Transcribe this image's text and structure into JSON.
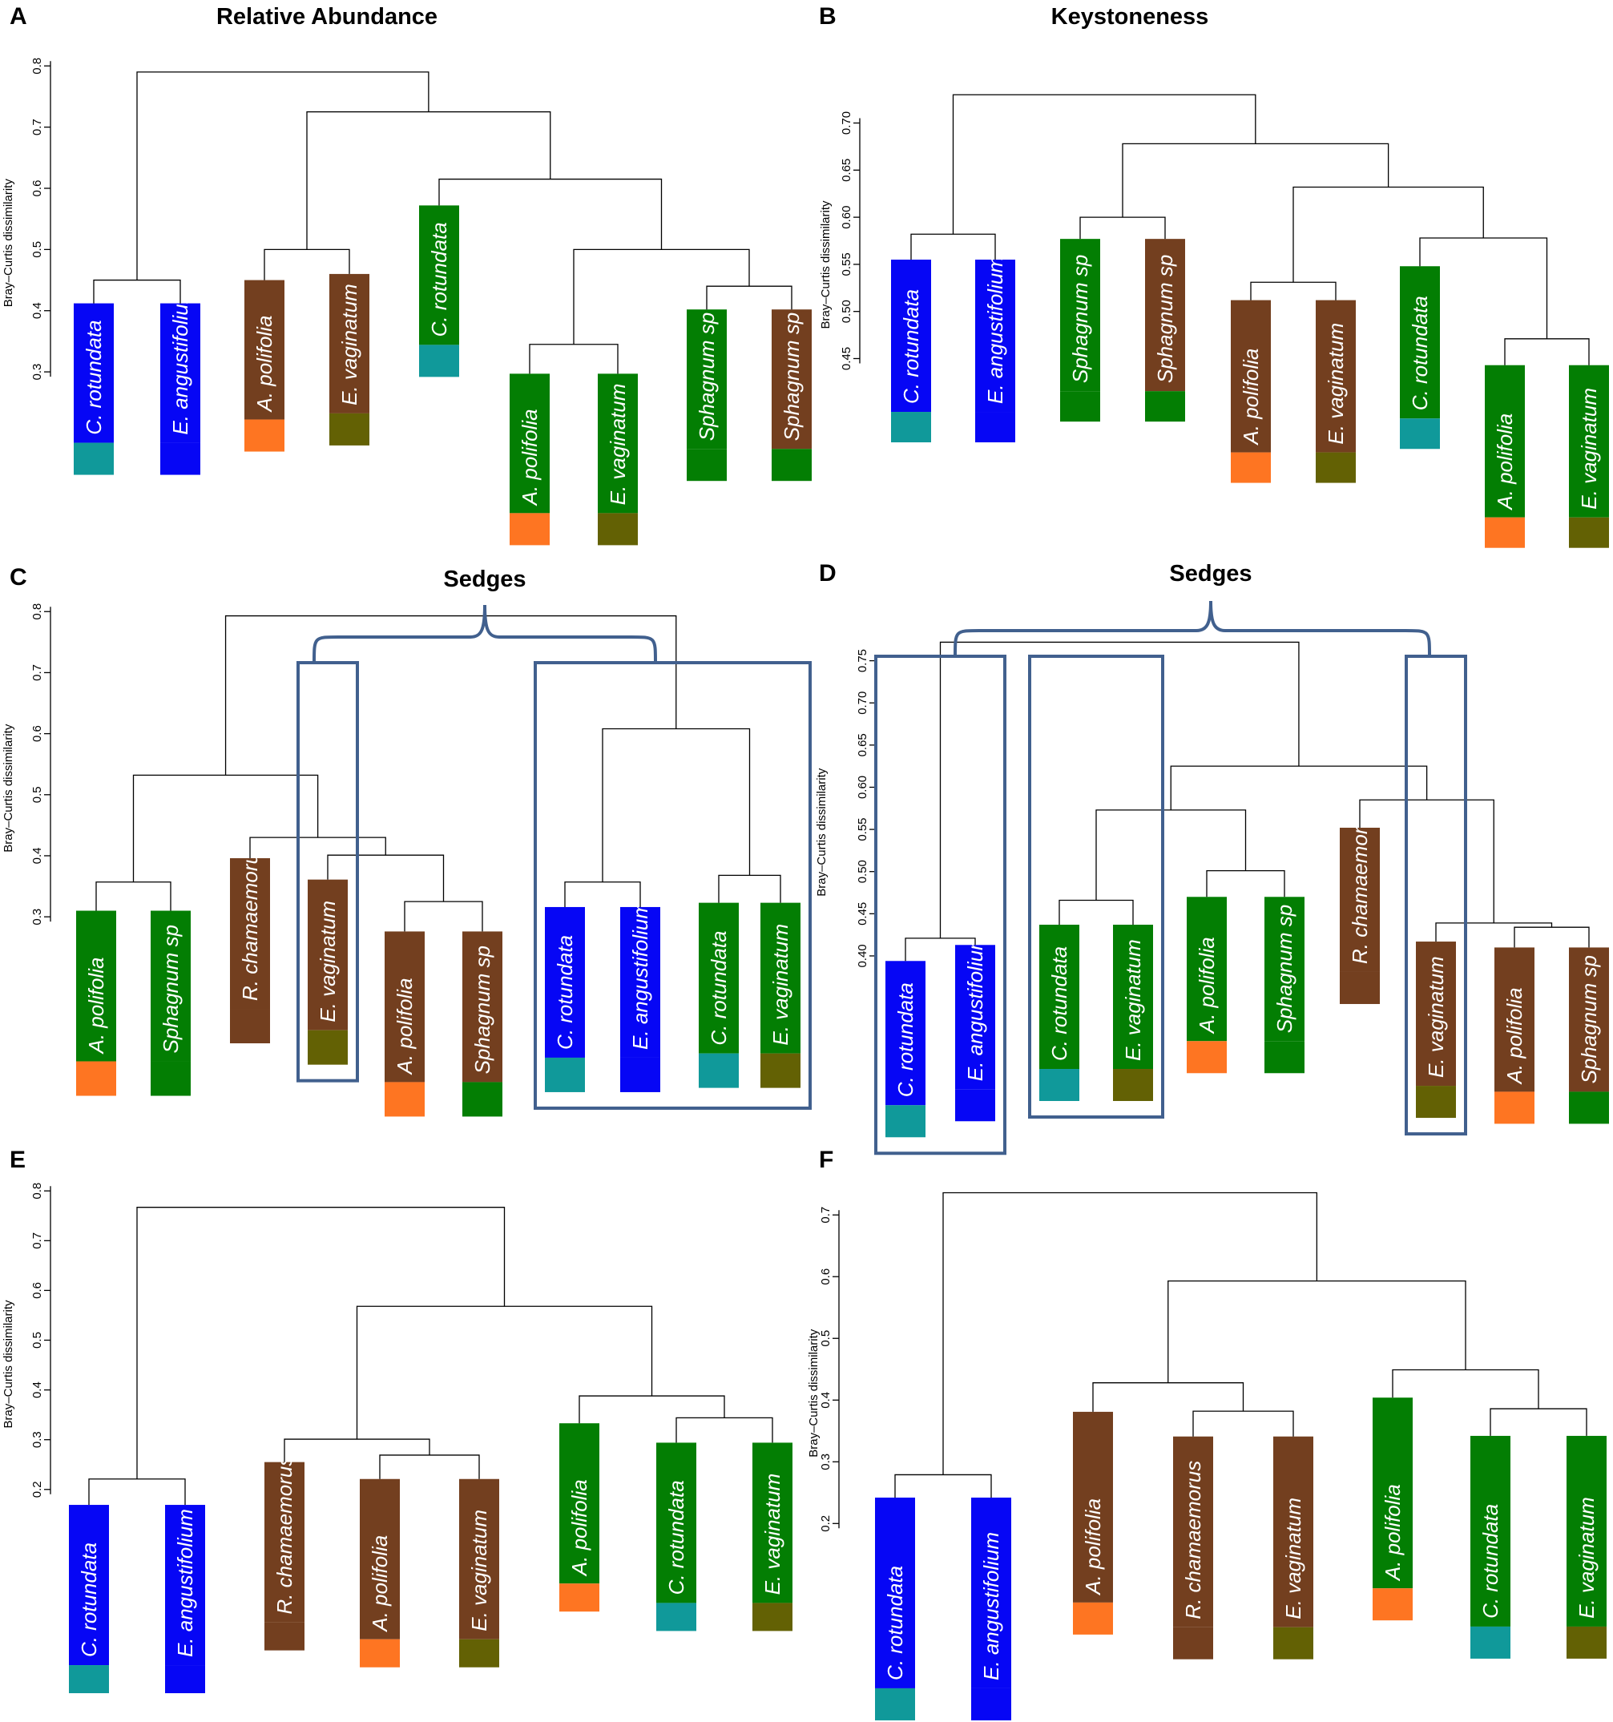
{
  "colors": {
    "green": "#037e03",
    "brown": "#733f1f",
    "blue": "#0606f5",
    "teal": "#10999a",
    "orange": "#fe7522",
    "olive": "#636104",
    "sedge_box": "#41608e"
  },
  "axis_label": "Bray–Curtis dissimilarity",
  "panels": [
    {
      "id": "A",
      "title": "Relative Abundance",
      "yticks": [
        "0.3",
        "0.4",
        "0.5",
        "0.6",
        "0.7",
        "0.8"
      ],
      "leaves": [
        {
          "label": "C. rotundata",
          "bar": "blue",
          "tag": "teal",
          "height": 0.412
        },
        {
          "label": "E. angustifolium",
          "bar": "blue",
          "tag": "blue",
          "height": 0.412
        },
        {
          "label": "A. polifolia",
          "bar": "brown",
          "tag": "orange",
          "height": 0.45
        },
        {
          "label": "E. vaginatum",
          "bar": "brown",
          "tag": "olive",
          "height": 0.46
        },
        {
          "label": "C. rotundata",
          "bar": "green",
          "tag": "teal",
          "height": 0.572
        },
        {
          "label": "A. polifolia",
          "bar": "green",
          "tag": "orange",
          "height": 0.297
        },
        {
          "label": "E. vaginatum",
          "bar": "green",
          "tag": "olive",
          "height": 0.297
        },
        {
          "label": "Sphagnum sp",
          "bar": "green",
          "tag": "green",
          "height": 0.402
        },
        {
          "label": "Sphagnum sp",
          "bar": "brown",
          "tag": "green",
          "height": 0.402
        }
      ],
      "merges": [
        {
          "a": 1,
          "b": 2,
          "h": 0.45
        },
        {
          "a": 3,
          "b": 4,
          "h": 0.5
        },
        {
          "a": 6,
          "b": 7,
          "h": 0.345
        },
        {
          "a": 8,
          "b": 9,
          "h": 0.44
        },
        {
          "a": -3,
          "b": -4,
          "h": 0.5
        },
        {
          "a": 5,
          "b": -5,
          "h": 0.615
        },
        {
          "a": -2,
          "b": -6,
          "h": 0.725
        },
        {
          "a": -1,
          "b": -7,
          "h": 0.79
        }
      ]
    },
    {
      "id": "B",
      "title": "Keystoneness",
      "yticks": [
        "0.45",
        "0.50",
        "0.55",
        "0.60",
        "0.65",
        "0.70"
      ],
      "leaves": [
        {
          "label": "C. rotundata",
          "bar": "blue",
          "tag": "teal",
          "height": 0.555
        },
        {
          "label": "E. angustifolium",
          "bar": "blue",
          "tag": "blue",
          "height": 0.555
        },
        {
          "label": "Sphagnum sp",
          "bar": "green",
          "tag": "green",
          "height": 0.577
        },
        {
          "label": "Sphagnum sp",
          "bar": "brown",
          "tag": "green",
          "height": 0.577
        },
        {
          "label": "A. polifolia",
          "bar": "brown",
          "tag": "orange",
          "height": 0.512
        },
        {
          "label": "E. vaginatum",
          "bar": "brown",
          "tag": "olive",
          "height": 0.512
        },
        {
          "label": "C. rotundata",
          "bar": "green",
          "tag": "teal",
          "height": 0.548
        },
        {
          "label": "A. polifolia",
          "bar": "green",
          "tag": "orange",
          "height": 0.443
        },
        {
          "label": "E. vaginatum",
          "bar": "green",
          "tag": "olive",
          "height": 0.443
        }
      ],
      "merges": [
        {
          "a": 1,
          "b": 2,
          "h": 0.582
        },
        {
          "a": 3,
          "b": 4,
          "h": 0.6
        },
        {
          "a": 5,
          "b": 6,
          "h": 0.531
        },
        {
          "a": 8,
          "b": 9,
          "h": 0.471
        },
        {
          "a": 7,
          "b": -4,
          "h": 0.578
        },
        {
          "a": -3,
          "b": -5,
          "h": 0.632
        },
        {
          "a": -2,
          "b": -6,
          "h": 0.678
        },
        {
          "a": -1,
          "b": -7,
          "h": 0.73
        }
      ]
    },
    {
      "id": "C",
      "title": "Sedges",
      "yticks": [
        "0.3",
        "0.4",
        "0.5",
        "0.6",
        "0.7",
        "0.8"
      ],
      "leaves": [
        {
          "label": "A. polifolia",
          "bar": "green",
          "tag": "orange",
          "height": 0.31
        },
        {
          "label": "Sphagnum sp",
          "bar": "green",
          "tag": "green",
          "height": 0.31
        },
        {
          "label": "R. chamaemorus",
          "bar": "brown",
          "tag": "brown",
          "height": 0.396
        },
        {
          "label": "E. vaginatum",
          "bar": "brown",
          "tag": "olive",
          "height": 0.361
        },
        {
          "label": "A. polifolia",
          "bar": "brown",
          "tag": "orange",
          "height": 0.276
        },
        {
          "label": "Sphagnum sp",
          "bar": "brown",
          "tag": "green",
          "height": 0.276
        },
        {
          "label": "C. rotundata",
          "bar": "blue",
          "tag": "teal",
          "height": 0.316
        },
        {
          "label": "E. angustifolium",
          "bar": "blue",
          "tag": "blue",
          "height": 0.316
        },
        {
          "label": "C. rotundata",
          "bar": "green",
          "tag": "teal",
          "height": 0.323
        },
        {
          "label": "E. vaginatum",
          "bar": "green",
          "tag": "olive",
          "height": 0.323
        }
      ],
      "merges": [
        {
          "a": 1,
          "b": 2,
          "h": 0.357
        },
        {
          "a": 5,
          "b": 6,
          "h": 0.325
        },
        {
          "a": 4,
          "b": -2,
          "h": 0.401
        },
        {
          "a": 3,
          "b": -3,
          "h": 0.43
        },
        {
          "a": -1,
          "b": -4,
          "h": 0.532
        },
        {
          "a": 7,
          "b": 8,
          "h": 0.357
        },
        {
          "a": 9,
          "b": 10,
          "h": 0.368
        },
        {
          "a": -6,
          "b": -7,
          "h": 0.608
        },
        {
          "a": -5,
          "b": -8,
          "h": 0.793
        }
      ],
      "boxes": [
        [
          4,
          4
        ],
        [
          7,
          10
        ]
      ],
      "brace_label": "Sedges"
    },
    {
      "id": "D",
      "title": "Sedges",
      "yticks": [
        "0.40",
        "0.45",
        "0.50",
        "0.55",
        "0.60",
        "0.65",
        "0.70",
        "0.75"
      ],
      "leaves": [
        {
          "label": "C. rotundata",
          "bar": "blue",
          "tag": "teal",
          "height": 0.394
        },
        {
          "label": "E. angustifolium",
          "bar": "blue",
          "tag": "blue",
          "height": 0.413
        },
        {
          "label": "C. rotundata",
          "bar": "green",
          "tag": "teal",
          "height": 0.437
        },
        {
          "label": "E. vaginatum",
          "bar": "green",
          "tag": "olive",
          "height": 0.437
        },
        {
          "label": "A. polifolia",
          "bar": "green",
          "tag": "orange",
          "height": 0.47
        },
        {
          "label": "Sphagnum sp",
          "bar": "green",
          "tag": "green",
          "height": 0.47
        },
        {
          "label": "R. chamaemorus",
          "bar": "brown",
          "tag": "brown",
          "height": 0.552
        },
        {
          "label": "E. vaginatum",
          "bar": "brown",
          "tag": "olive",
          "height": 0.417
        },
        {
          "label": "A. polifolia",
          "bar": "brown",
          "tag": "orange",
          "height": 0.41
        },
        {
          "label": "Sphagnum sp",
          "bar": "brown",
          "tag": "green",
          "height": 0.41
        }
      ],
      "merges": [
        {
          "a": 1,
          "b": 2,
          "h": 0.421
        },
        {
          "a": 3,
          "b": 4,
          "h": 0.466
        },
        {
          "a": 5,
          "b": 6,
          "h": 0.501
        },
        {
          "a": -2,
          "b": -3,
          "h": 0.573
        },
        {
          "a": 9,
          "b": 10,
          "h": 0.434
        },
        {
          "a": 8,
          "b": -5,
          "h": 0.439
        },
        {
          "a": 7,
          "b": -6,
          "h": 0.585
        },
        {
          "a": -4,
          "b": -7,
          "h": 0.625
        },
        {
          "a": -1,
          "b": -8,
          "h": 0.772
        }
      ],
      "boxes": [
        [
          1,
          2
        ],
        [
          3,
          4
        ],
        [
          8,
          8
        ]
      ],
      "brace_label": "Sedges"
    },
    {
      "id": "E",
      "title": "",
      "yticks": [
        "0.2",
        "0.3",
        "0.4",
        "0.5",
        "0.6",
        "0.7",
        "0.8"
      ],
      "leaves": [
        {
          "label": "C. rotundata",
          "bar": "blue",
          "tag": "teal",
          "height": 0.169
        },
        {
          "label": "E. angustifolium",
          "bar": "blue",
          "tag": "blue",
          "height": 0.169
        },
        {
          "label": "R. chamaemorus",
          "bar": "brown",
          "tag": "brown",
          "height": 0.255
        },
        {
          "label": "A. polifolia",
          "bar": "brown",
          "tag": "orange",
          "height": 0.221
        },
        {
          "label": "E. vaginatum",
          "bar": "brown",
          "tag": "olive",
          "height": 0.221
        },
        {
          "label": "A. polifolia",
          "bar": "green",
          "tag": "orange",
          "height": 0.333
        },
        {
          "label": "C. rotundata",
          "bar": "green",
          "tag": "teal",
          "height": 0.294
        },
        {
          "label": "E. vaginatum",
          "bar": "green",
          "tag": "olive",
          "height": 0.294
        }
      ],
      "merges": [
        {
          "a": 1,
          "b": 2,
          "h": 0.221
        },
        {
          "a": 4,
          "b": 5,
          "h": 0.269
        },
        {
          "a": 3,
          "b": -2,
          "h": 0.301
        },
        {
          "a": 7,
          "b": 8,
          "h": 0.344
        },
        {
          "a": 6,
          "b": -4,
          "h": 0.388
        },
        {
          "a": -3,
          "b": -5,
          "h": 0.568
        },
        {
          "a": -1,
          "b": -6,
          "h": 0.767
        }
      ]
    },
    {
      "id": "F",
      "title": "",
      "yticks": [
        "0.2",
        "0.3",
        "0.4",
        "0.5",
        "0.6",
        "0.7"
      ],
      "leaves": [
        {
          "label": "C. rotundata",
          "bar": "blue",
          "tag": "teal",
          "height": 0.242
        },
        {
          "label": "E. angustifolium",
          "bar": "blue",
          "tag": "blue",
          "height": 0.242
        },
        {
          "label": "A. polifolia",
          "bar": "brown",
          "tag": "orange",
          "height": 0.381
        },
        {
          "label": "R. chamaemorus",
          "bar": "brown",
          "tag": "brown",
          "height": 0.341
        },
        {
          "label": "E. vaginatum",
          "bar": "brown",
          "tag": "olive",
          "height": 0.341
        },
        {
          "label": "A. polifolia",
          "bar": "green",
          "tag": "orange",
          "height": 0.404
        },
        {
          "label": "C. rotundata",
          "bar": "green",
          "tag": "teal",
          "height": 0.342
        },
        {
          "label": "E. vaginatum",
          "bar": "green",
          "tag": "olive",
          "height": 0.342
        }
      ],
      "merges": [
        {
          "a": 1,
          "b": 2,
          "h": 0.279
        },
        {
          "a": 4,
          "b": 5,
          "h": 0.382
        },
        {
          "a": 3,
          "b": -2,
          "h": 0.428
        },
        {
          "a": 7,
          "b": 8,
          "h": 0.386
        },
        {
          "a": 6,
          "b": -4,
          "h": 0.449
        },
        {
          "a": -3,
          "b": -5,
          "h": 0.593
        },
        {
          "a": -1,
          "b": -6,
          "h": 0.736
        }
      ]
    }
  ]
}
